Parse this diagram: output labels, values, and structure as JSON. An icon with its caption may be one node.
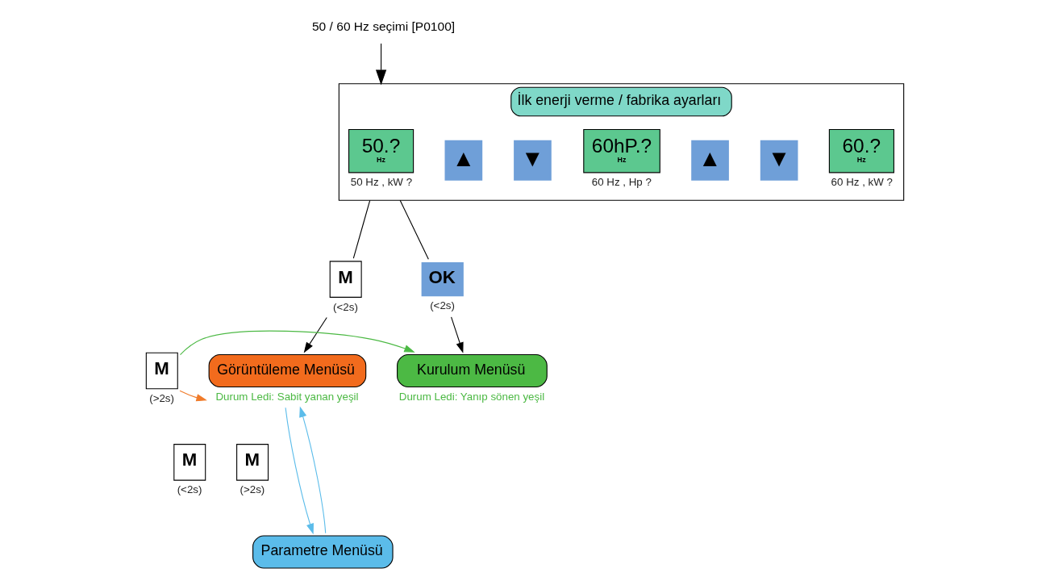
{
  "diagram": {
    "nodes": [
      {
        "text": [
          "İlk enerji verme / fabrika ayarları"
        ]
      },
      {
        "text": [
          "50.?",
          "Hz"
        ],
        "beside": [
          "50 Hz , kW ?"
        ],
        "in": 0
      },
      {
        "text": [
          "▲"
        ],
        "in": 0
      },
      {
        "text": [
          "▼"
        ],
        "in": 0
      },
      {
        "text": [
          "60hP.?",
          "Hz"
        ],
        "beside": [
          "60 Hz , Hp ?"
        ],
        "in": 0
      },
      {
        "text": [
          "▲"
        ],
        "in": 0
      },
      {
        "text": [
          "▼"
        ],
        "in": 0
      },
      {
        "text": [
          "60.?",
          "Hz"
        ],
        "beside": [
          "60 Hz , kW ?"
        ],
        "in": 0
      },
      {
        "text": [
          "50 / 60 Hz seçimi [P0100]"
        ]
      },
      {
        "text": [
          "M"
        ],
        "beside": [
          "(<2s)"
        ]
      },
      {
        "text": [
          "OK"
        ],
        "beside": [
          "(<2s)"
        ]
      },
      {
        "text": [
          "Görüntüleme Menüsü"
        ],
        "beside": [
          "Durum Ledi: Sabit yanan yeşil"
        ]
      },
      {
        "text": [
          "M"
        ],
        "beside": [
          "(>2s)"
        ]
      },
      {
        "text": [
          "Kurulum Menüsü"
        ],
        "beside": [
          "Durum Ledi: Yanıp sönen yeşil"
        ]
      },
      {
        "text": [
          "M"
        ],
        "beside": [
          "(<2s)"
        ]
      },
      {
        "text": [
          "M"
        ],
        "beside": [
          "(>2s)"
        ]
      },
      {
        "text": [
          "Parametre Menüsü"
        ]
      }
    ],
    "edges": [
      {
        "from": 8,
        "to": 0,
        "arrow": "to"
      },
      {
        "from": 0,
        "to": 9,
        "arrow": "none"
      },
      {
        "from": 0,
        "to": 10,
        "arrow": "none"
      },
      {
        "from": 9,
        "to": 11,
        "arrow": "to"
      },
      {
        "from": 10,
        "to": 13,
        "arrow": "to"
      },
      {
        "from": 12,
        "to": 11,
        "arrow": "to",
        "color": "#f07b2a"
      },
      {
        "from": 12,
        "to": 13,
        "arrow": "to",
        "color": "#4cb944"
      },
      {
        "from": 11,
        "to": 16,
        "arrow": "to",
        "color": "#5bbcea"
      },
      {
        "from": 16,
        "to": 11,
        "arrow": "to",
        "color": "#5bbcea"
      }
    ]
  }
}
